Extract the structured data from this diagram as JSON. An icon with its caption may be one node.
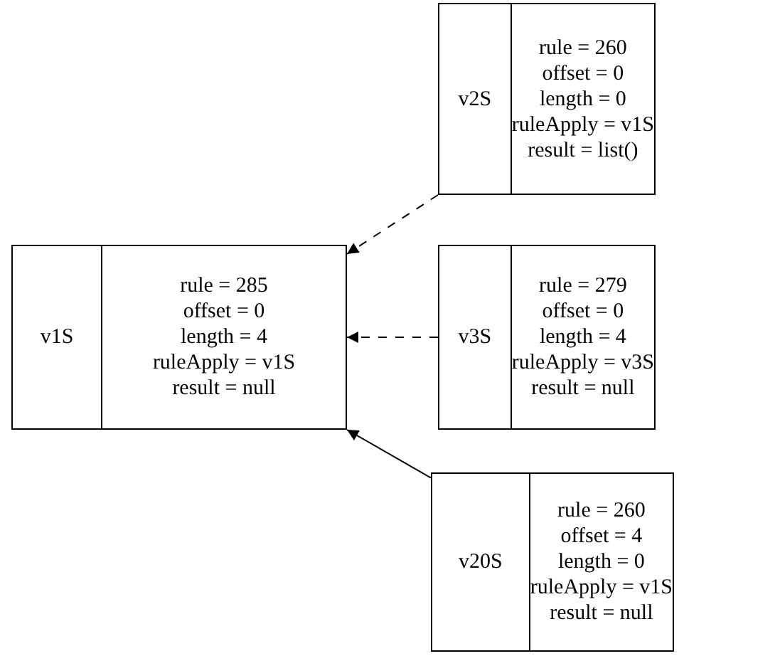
{
  "diagram": {
    "nodes": [
      {
        "text": [
          "v2S",
          "rule = 260",
          "offset = 0",
          "length = 0",
          "ruleApply = v1S",
          "result = list()"
        ]
      },
      {
        "text": [
          "v1S",
          "rule = 285",
          "offset = 0",
          "length = 4",
          "ruleApply = v1S",
          "result = null"
        ]
      },
      {
        "text": [
          "v3S",
          "rule = 279",
          "offset = 0",
          "length = 4",
          "ruleApply = v3S",
          "result = null"
        ]
      },
      {
        "text": [
          "v20S",
          "rule = 260",
          "offset = 4",
          "length = 0",
          "ruleApply = v1S",
          "result = null"
        ]
      }
    ],
    "edges": [
      {
        "from": 0,
        "to": 1,
        "arrow": "to",
        "style": "dashed"
      },
      {
        "from": 2,
        "to": 1,
        "arrow": "to",
        "style": "dashed"
      },
      {
        "from": 3,
        "to": 1,
        "arrow": "to"
      }
    ]
  }
}
